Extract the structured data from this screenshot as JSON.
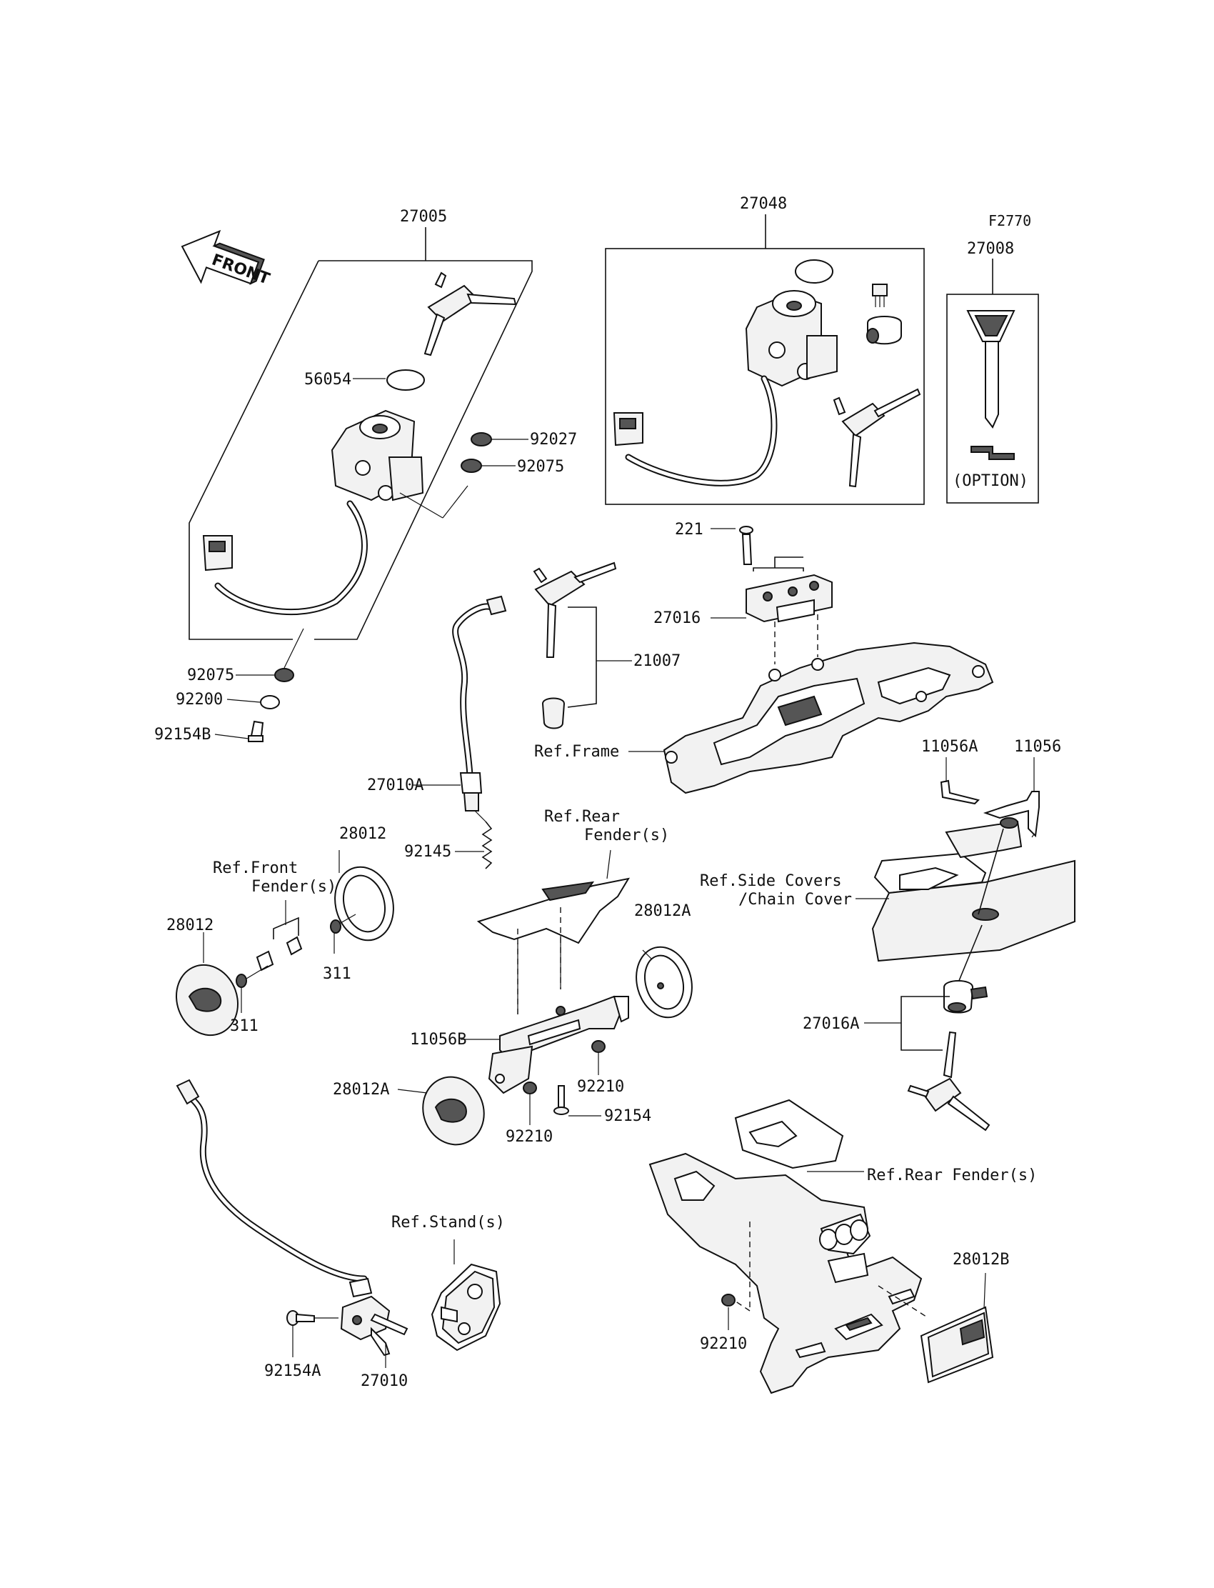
{
  "diagram_code": "F2770",
  "front_arrow": {
    "text": "FRONT",
    "icon": "front-arrow-icon"
  },
  "option_text": "(OPTION)",
  "labels": {
    "p27005": "27005",
    "p27048": "27048",
    "p27008": "27008",
    "p56054": "56054",
    "p92027": "92027",
    "p92075a": "92075",
    "p92075b": "92075",
    "p92200": "92200",
    "p92154B": "92154B",
    "p221": "221",
    "p27016": "27016",
    "p21007": "21007",
    "p27010A": "27010A",
    "p92145": "92145",
    "p28012a": "28012",
    "p28012b": "28012",
    "p311a": "311",
    "p311b": "311",
    "p28012A_top": "28012A",
    "p28012A_bot": "28012A",
    "p11056B": "11056B",
    "p92210a": "92210",
    "p92210b": "92210",
    "p92210c": "92210",
    "p92154": "92154",
    "p11056A": "11056A",
    "p11056": "11056",
    "p27016A": "27016A",
    "p28012B": "28012B",
    "p92154A": "92154A",
    "p27010": "27010"
  },
  "references": {
    "frame": "Ref.Frame",
    "rear_fender_1": "Ref.Rear",
    "rear_fender_2": "Fender(s)",
    "front_fender_1": "Ref.Front",
    "front_fender_2": "Fender(s)",
    "side_covers_1": "Ref.Side Covers",
    "side_covers_2": "/Chain Cover",
    "rear_fender_lower": "Ref.Rear Fender(s)",
    "stand": "Ref.Stand(s)"
  }
}
